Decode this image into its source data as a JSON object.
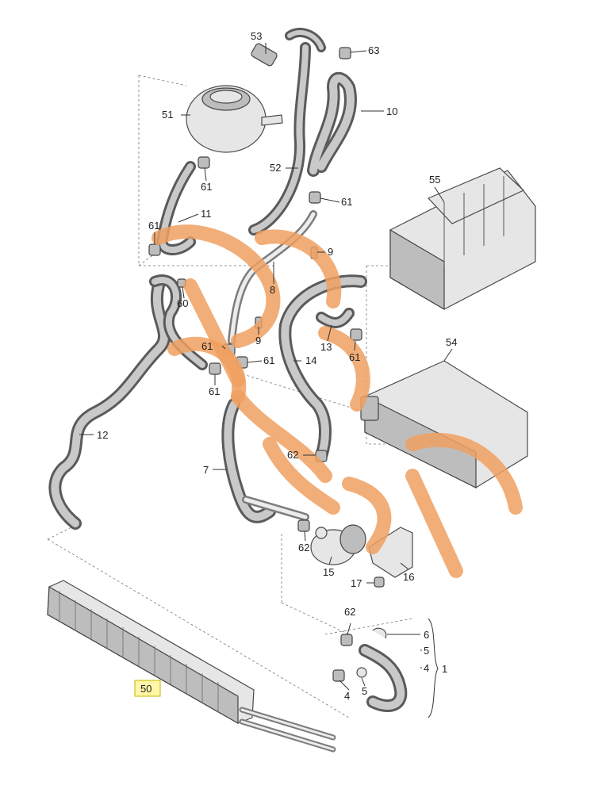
{
  "callouts": [
    {
      "id": "53",
      "label": "53"
    },
    {
      "id": "63",
      "label": "63"
    },
    {
      "id": "51",
      "label": "51"
    },
    {
      "id": "10",
      "label": "10"
    },
    {
      "id": "52",
      "label": "52"
    },
    {
      "id": "61a",
      "label": "61"
    },
    {
      "id": "61b",
      "label": "61"
    },
    {
      "id": "55",
      "label": "55"
    },
    {
      "id": "61c",
      "label": "61"
    },
    {
      "id": "11",
      "label": "11"
    },
    {
      "id": "9a",
      "label": "9"
    },
    {
      "id": "8",
      "label": "8"
    },
    {
      "id": "60",
      "label": "60"
    },
    {
      "id": "61d",
      "label": "61"
    },
    {
      "id": "9b",
      "label": "9"
    },
    {
      "id": "13",
      "label": "13"
    },
    {
      "id": "54",
      "label": "54"
    },
    {
      "id": "61e",
      "label": "61"
    },
    {
      "id": "61f",
      "label": "61"
    },
    {
      "id": "14",
      "label": "14"
    },
    {
      "id": "61g",
      "label": "61"
    },
    {
      "id": "12",
      "label": "12"
    },
    {
      "id": "7",
      "label": "7"
    },
    {
      "id": "62a",
      "label": "62"
    },
    {
      "id": "62b",
      "label": "62"
    },
    {
      "id": "15",
      "label": "15"
    },
    {
      "id": "16",
      "label": "16"
    },
    {
      "id": "17",
      "label": "17"
    },
    {
      "id": "62c",
      "label": "62"
    },
    {
      "id": "6",
      "label": "6"
    },
    {
      "id": "5a",
      "label": "5"
    },
    {
      "id": "4a",
      "label": "4"
    },
    {
      "id": "1",
      "label": "1"
    },
    {
      "id": "50",
      "label": "50"
    },
    {
      "id": "4b",
      "label": "4"
    },
    {
      "id": "5b",
      "label": "5"
    }
  ],
  "highlighted_part": "50",
  "colors": {
    "watermark": "#f0a060",
    "highlight": "#fff6a8",
    "line": "#333333"
  }
}
